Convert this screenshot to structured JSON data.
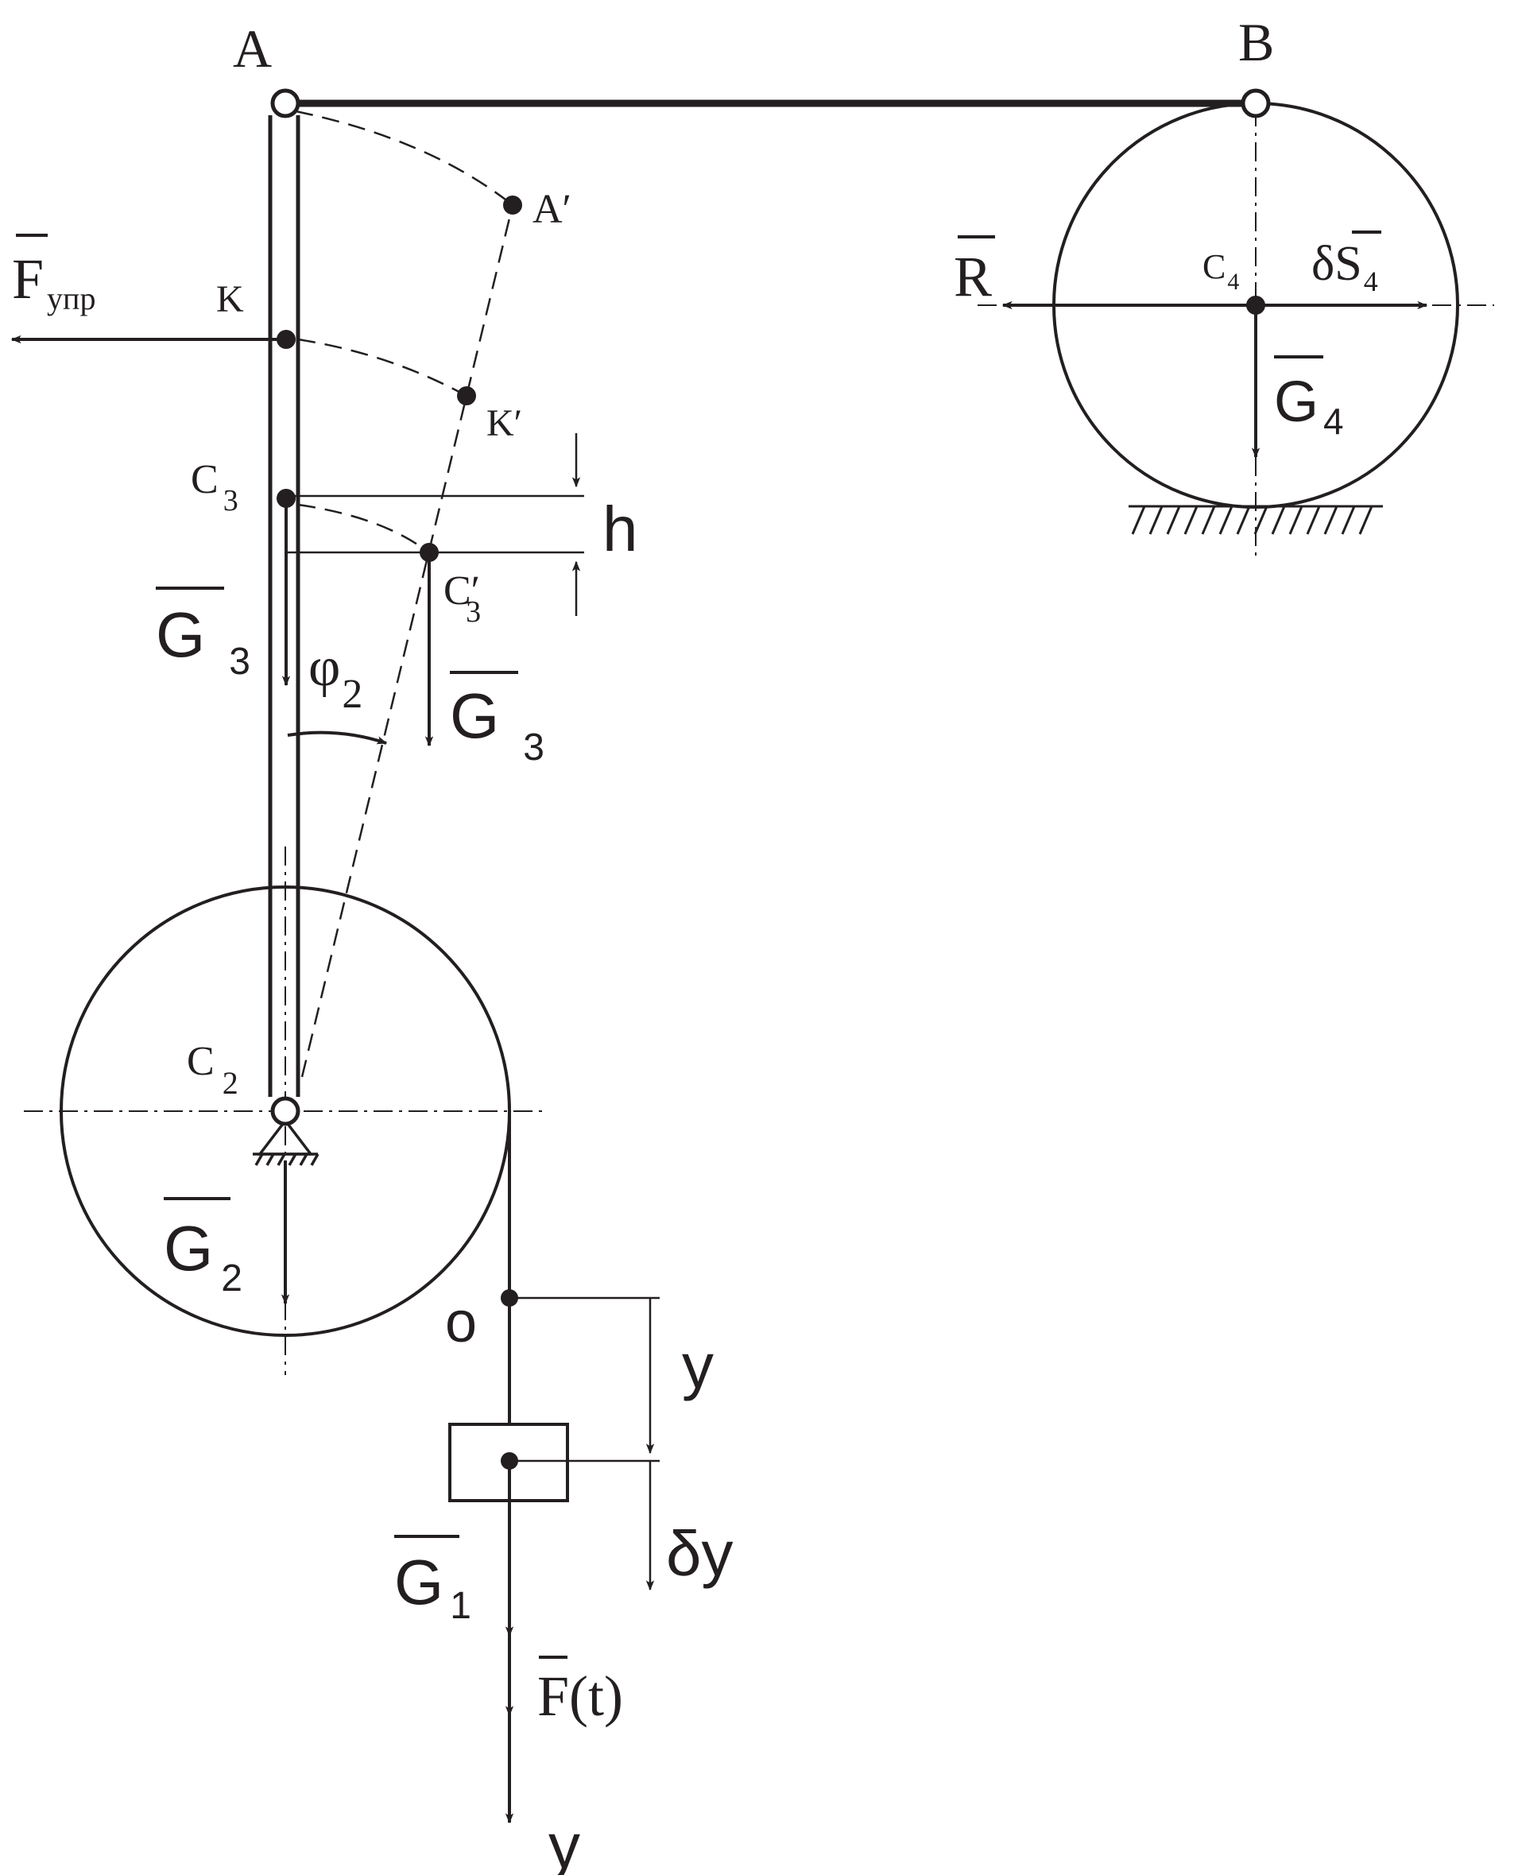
{
  "labels": {
    "A": "A",
    "B": "B",
    "A_prime": "A′",
    "K": "K",
    "K_prime": "K′",
    "C3": "C",
    "C3_sub": "3",
    "C3_prime": "C′",
    "C3_prime_sub": "3",
    "C2": "C",
    "C2_sub": "2",
    "C4": "C",
    "C4_sub": "4",
    "h": "h",
    "phi2": "φ",
    "phi2_sub": "2",
    "F_upr": "F",
    "F_upr_sub": "упр",
    "G3_left": "G",
    "G3_left_sub": "3",
    "G3_right": "G",
    "G3_right_sub": "3",
    "G2": "G",
    "G2_sub": "2",
    "G4": "G",
    "G4_sub": "4",
    "G1": "G",
    "G1_sub": "1",
    "R": "R",
    "dS4_delta": "δ",
    "dS4": "S",
    "dS4_sub": "4",
    "F_t": "F",
    "F_t_arg": "(t)",
    "o": "o",
    "y_mid": "y",
    "dy": "δy",
    "y_bottom": "y"
  },
  "colors": {
    "ink": "#231f20",
    "background": "#ffffff"
  }
}
